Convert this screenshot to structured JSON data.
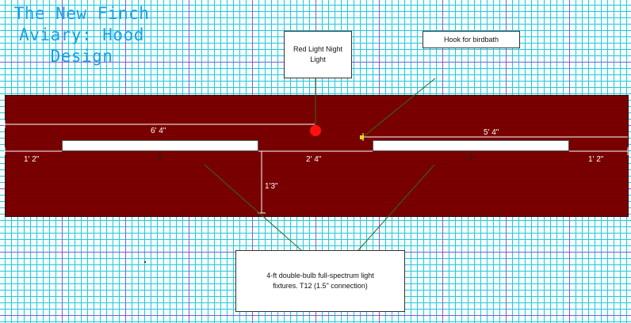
{
  "title": {
    "lines": [
      "The New Finch",
      "Aviary: Hood",
      "Design"
    ]
  },
  "callouts": {
    "night_light": "Red Light Night Light",
    "hook": "Hook for birdbath",
    "fixtures": [
      "4-ft double-bulb full-spectrum light",
      "fixtures.  T12 (1.5\" connection)"
    ]
  },
  "fixtures": {
    "left_label": "4'",
    "right_label": "4'"
  },
  "dimensions": {
    "to_night_light": "6' 4\"",
    "to_hook": "5' 4\"",
    "left_margin": "1' 2\"",
    "gap_between": "2' 4\"",
    "right_margin": "1' 2\"",
    "drop": "1'3\""
  },
  "colors": {
    "hood": "#7d0000",
    "night_light": "#ff1010",
    "hook": "#e0e000",
    "grid_minor": "#27c6dc",
    "grid_major": "#de00c8",
    "title": "#1aa0e6"
  }
}
